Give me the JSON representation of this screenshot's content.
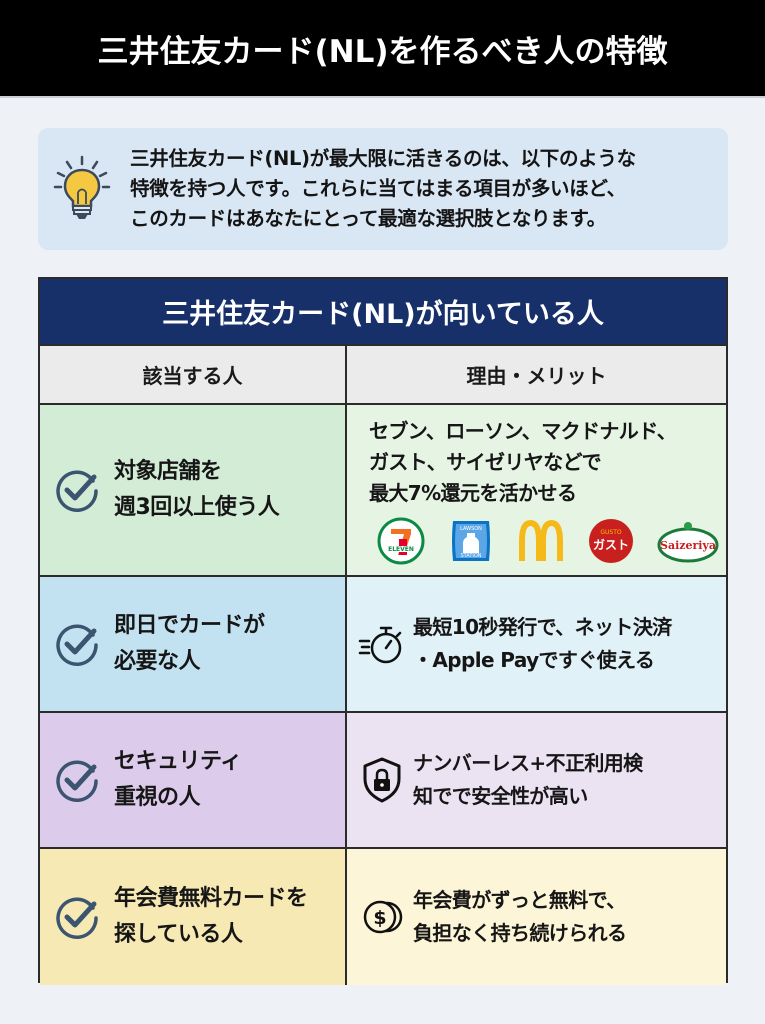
{
  "header": {
    "title": "三井住友カード(NL)を作るべき人の特徴"
  },
  "intro": {
    "icon": "lightbulb-icon",
    "text": "三井住友カード(NL)が最大限に活きるのは、以下のような\n特徴を持つ人です。これらに当てはまる項目が多いほど、\nこのカードはあなたにとって最適な選択肢となります。"
  },
  "table": {
    "title": "三井住友カード(NL)が向いている人",
    "columns": [
      "該当する人",
      "理由・メリット"
    ],
    "rows": [
      {
        "person": "対象店舗を\n週3回以上使う人",
        "reason": "セブン、ローソン、マクドナルド、\n ガスト、サイゼリヤなどで\n 最大7%還元を活かせる",
        "reason_icon": "store-logos",
        "logos": [
          "7-Eleven",
          "Lawson",
          "McDonald's",
          "Gusto",
          "Saizeriya"
        ],
        "colors": {
          "left": "#d3ecd5",
          "right": "#e6f4e4"
        }
      },
      {
        "person": "即日でカードが\n必要な人",
        "reason": "最短10秒発行で、ネット決済\n・Apple Payですぐ使える",
        "reason_icon": "stopwatch-icon",
        "colors": {
          "left": "#c3e2f1",
          "right": "#e1f1f8"
        }
      },
      {
        "person": "セキュリティ\n重視の人",
        "reason": "ナンバーレス+不正利用検\n知でで安全性が高い",
        "reason_icon": "shield-lock-icon",
        "colors": {
          "left": "#dccbea",
          "right": "#ebe2f2"
        }
      },
      {
        "person": "年会費無料カードを\n探している人",
        "reason": "年会費がずっと無料で、\n負担なく持ち続けられる",
        "reason_icon": "coin-dollar-icon",
        "colors": {
          "left": "#f7e9b4",
          "right": "#fdf5d7"
        }
      }
    ]
  },
  "colors": {
    "title_bar": "#000000",
    "table_header": "#17306a",
    "check_icon": "#3b5470",
    "intro_bg": "#d9e6f3"
  }
}
